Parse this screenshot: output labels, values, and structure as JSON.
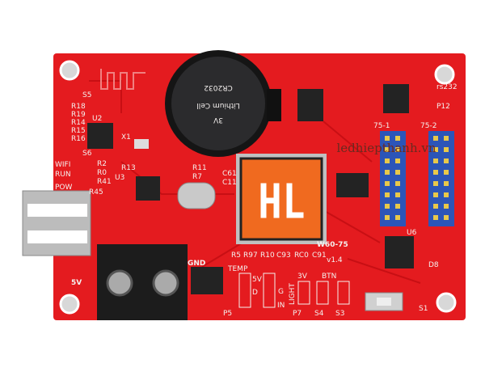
{
  "board": {
    "model": "W60-75",
    "version": "v1.4",
    "colors": {
      "pcb": "#e41b1f",
      "chip_logo": "#f06a1f",
      "header": "#2c55b8",
      "battery": "#2b2b2d"
    }
  },
  "battery": {
    "line1": "CR2032",
    "line2": "Lithium Cell",
    "line3": "3V"
  },
  "ports": {
    "hub1": "75-1",
    "hub2": "75-2",
    "power": "5V",
    "gnd": "GND",
    "rs232": "rs232",
    "p12": "P12"
  },
  "labels": {
    "wifi": "WIFI",
    "run": "RUN",
    "pow": "POW",
    "temp": "TEMP",
    "light": "LIGHT",
    "btn": "BTN",
    "p5": "P5",
    "p7": "P7",
    "s1": "S1",
    "s3": "S3",
    "s4": "S4",
    "s5": "S5",
    "s6": "S6",
    "u2": "U2",
    "u3": "U3",
    "u6": "U6",
    "x1": "X1",
    "v3": "3V",
    "v5": "5V",
    "gpin": "G",
    "in": "IN",
    "d": "D",
    "r18": "R18",
    "r19": "R19",
    "r14": "R14",
    "r15": "R15",
    "r16": "R16",
    "r13": "R13",
    "r11": "R11",
    "r7": "R7",
    "c61": "C61",
    "c11": "C11",
    "r5": "R5",
    "r97": "R97",
    "r10": "R10",
    "c93": "C93",
    "rc0": "RC0",
    "c91": "C91",
    "d8": "D8",
    "r2": "R2",
    "r0": "R0",
    "r41": "R41",
    "r45": "R45"
  },
  "watermark": "ledhiepthanh.vn"
}
